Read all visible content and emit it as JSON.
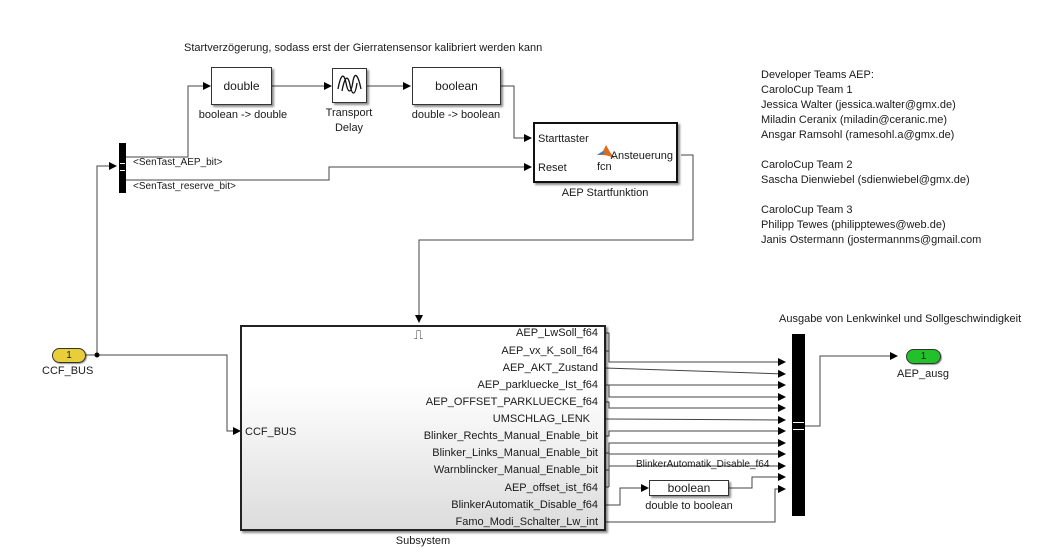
{
  "annotations": {
    "start_delay": "Startverzögerung, sodass erst der Gierratensensor kalibriert werden kann",
    "output_note": "Ausgabe von Lenkwinkel und Sollgeschwindigkeit"
  },
  "developer_notes": {
    "heading": "Developer Teams AEP:",
    "teams": [
      {
        "name": "CaroloCup Team 1",
        "members": [
          "Jessica Walter (jessica.walter@gmx.de)",
          "Miladin Ceranix (miladin@ceranic.me)",
          "Ansgar Ramsohl (ramesohl.a@gmx.de)"
        ]
      },
      {
        "name": "CaroloCup Team 2",
        "members": [
          "Sascha Dienwiebel (sdienwiebel@gmx.de)"
        ]
      },
      {
        "name": "CaroloCup Team 3",
        "members": [
          "Philipp Tewes (philipptewes@web.de)",
          "Janis Ostermann (jostermannms@gmail.com"
        ]
      }
    ]
  },
  "inport": {
    "number": "1",
    "name": "CCF_BUS",
    "color": "#e8cf3a"
  },
  "outport": {
    "number": "1",
    "name": "AEP_ausg",
    "color": "#22c02a"
  },
  "bus_selector": {
    "signals": [
      "<SenTast_AEP_bit>",
      "<SenTast_reserve_bit>"
    ]
  },
  "conversion_blocks": {
    "to_double": {
      "text": "double",
      "caption": "boolean -> double"
    },
    "transport_delay": {
      "caption_line1": "Transport",
      "caption_line2": "Delay"
    },
    "to_boolean": {
      "text": "boolean",
      "caption": "double -> boolean"
    },
    "double_to_boolean": {
      "text": "boolean",
      "caption": "double to boolean"
    }
  },
  "start_function": {
    "name": "AEP Startfunktion",
    "inputs": [
      "Starttaster",
      "Reset"
    ],
    "output": "Ansteuerung",
    "fcn_label": "fcn"
  },
  "subsystem": {
    "name": "Subsystem",
    "input": "CCF_BUS",
    "trigger_symbol": "⎍",
    "outputs": [
      "AEP_LwSoll_f64",
      "AEP_vx_K_soll_f64",
      "AEP_AKT_Zustand",
      "AEP_parkluecke_Ist_f64",
      "AEP_OFFSET_PARKLUECKE_f64",
      "UMSCHLAG_LENK",
      "Blinker_Rechts_Manual_Enable_bit",
      "Blinker_Links_Manual_Enable_bit",
      "Warnblincker_Manual_Enable_bit",
      "AEP_offset_ist_f64",
      "BlinkerAutomatik_Disable_f64",
      "Famo_Modi_Schalter_Lw_int"
    ]
  },
  "signal_labels": {
    "blinker_automatik": "BlinkerAutomatik_Disable_f64"
  }
}
